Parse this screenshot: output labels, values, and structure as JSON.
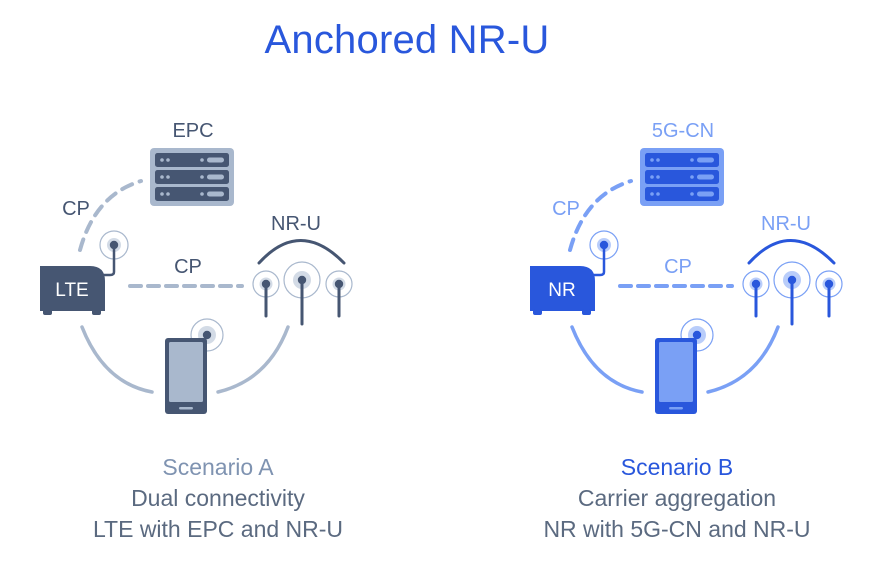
{
  "title": "Anchored NR-U",
  "colors": {
    "title": "#2957dc",
    "caption_text": "#5b6a80"
  },
  "scenarios": [
    {
      "id": "A",
      "core_label": "EPC",
      "base_label": "LTE",
      "cp_label_upper": "CP",
      "cp_label_middle": "CP",
      "nru_label": "NR-U",
      "scenario_title": "Scenario A",
      "line1": "Dual connectivity",
      "line2": "LTE with EPC and NR-U",
      "colors": {
        "dark": "#465672",
        "light": "#a9b8cd",
        "lighter": "#d3dbe6",
        "label": "#465672",
        "cp_label": "#465672",
        "scenario_title": "#7f93b1"
      }
    },
    {
      "id": "B",
      "core_label": "5G-CN",
      "base_label": "NR",
      "cp_label_upper": "CP",
      "cp_label_middle": "CP",
      "nru_label": "NR-U",
      "scenario_title": "Scenario B",
      "line1": "Carrier aggregation",
      "line2": "NR with 5G-CN and NR-U",
      "colors": {
        "dark": "#2957dc",
        "light": "#7aa0f5",
        "lighter": "#b9cdfa",
        "label": "#7aa0f5",
        "cp_label": "#7aa0f5",
        "scenario_title": "#2957dc"
      }
    }
  ]
}
